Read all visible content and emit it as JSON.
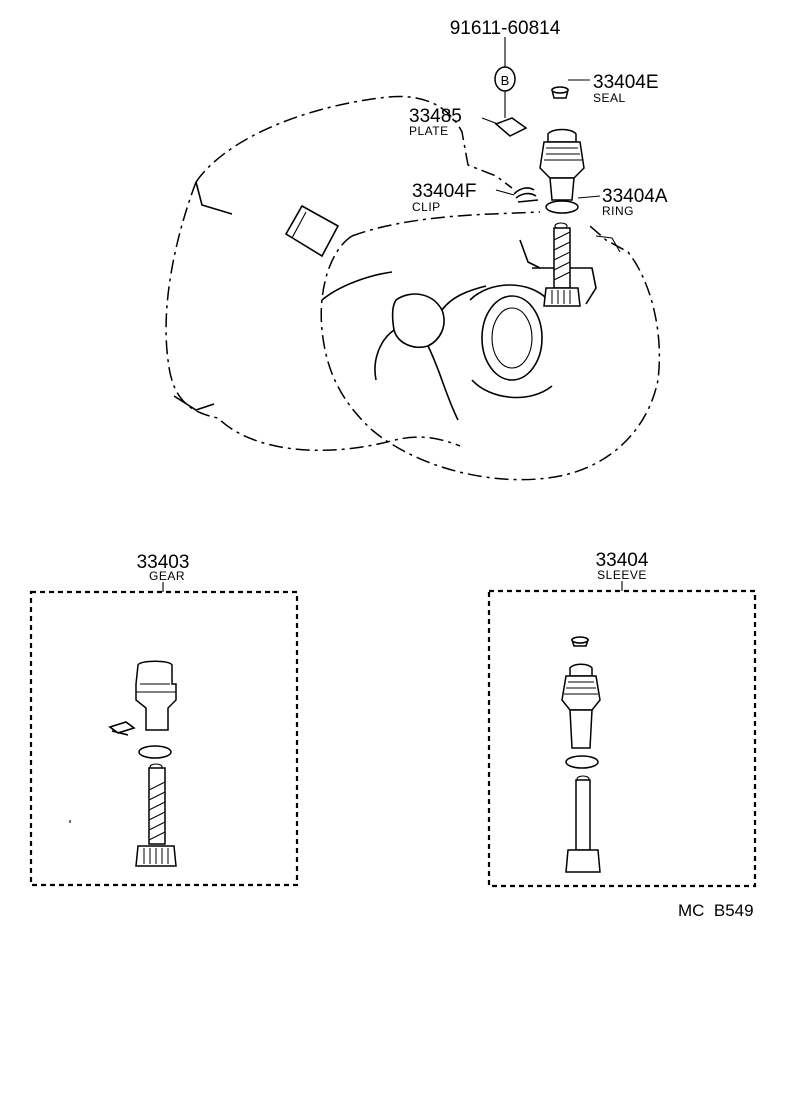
{
  "callouts": {
    "bolt": {
      "part_no": "91611-60814",
      "marker": "B"
    },
    "seal": {
      "part_no": "33404E",
      "name": "SEAL"
    },
    "plate": {
      "part_no": "33485",
      "name": "PLATE"
    },
    "clip": {
      "part_no": "33404F",
      "name": "CLIP"
    },
    "ring": {
      "part_no": "33404A",
      "name": "RING"
    }
  },
  "kits": [
    {
      "part_no": "33403",
      "name": "GEAR"
    },
    {
      "part_no": "33404",
      "name": "SLEEVE"
    }
  ],
  "footer": {
    "code": "MC  B549"
  }
}
